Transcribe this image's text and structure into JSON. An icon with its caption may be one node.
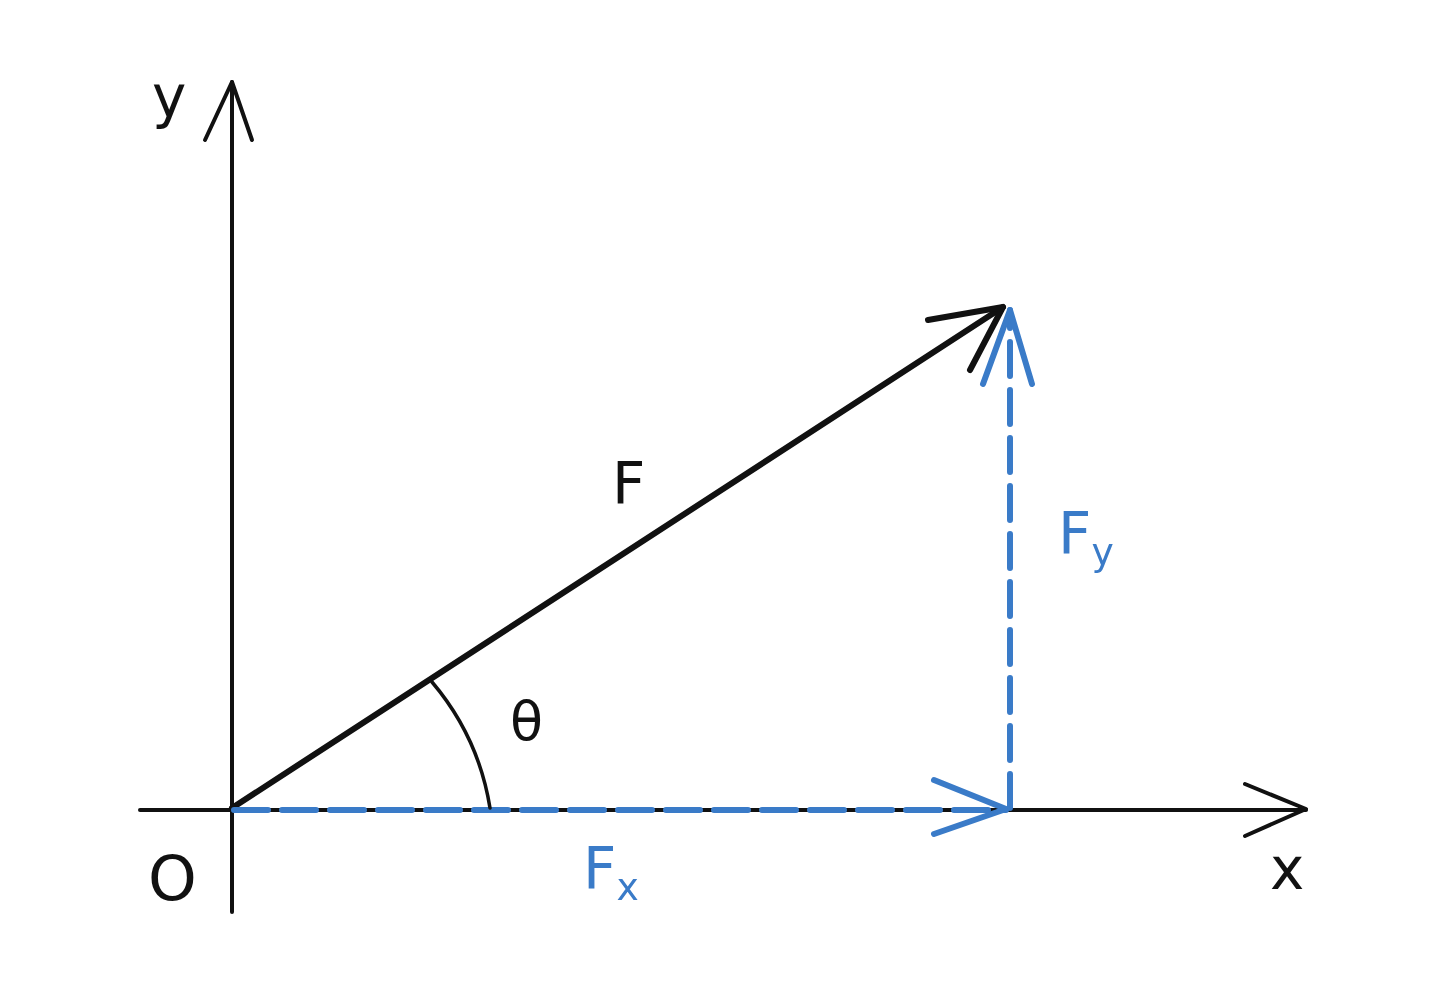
{
  "diagram": {
    "labels": [
      "y",
      "F",
      "F$_{y}$",
      "θ",
      "O",
      "F$_{x}$",
      "x"
    ]
  }
}
